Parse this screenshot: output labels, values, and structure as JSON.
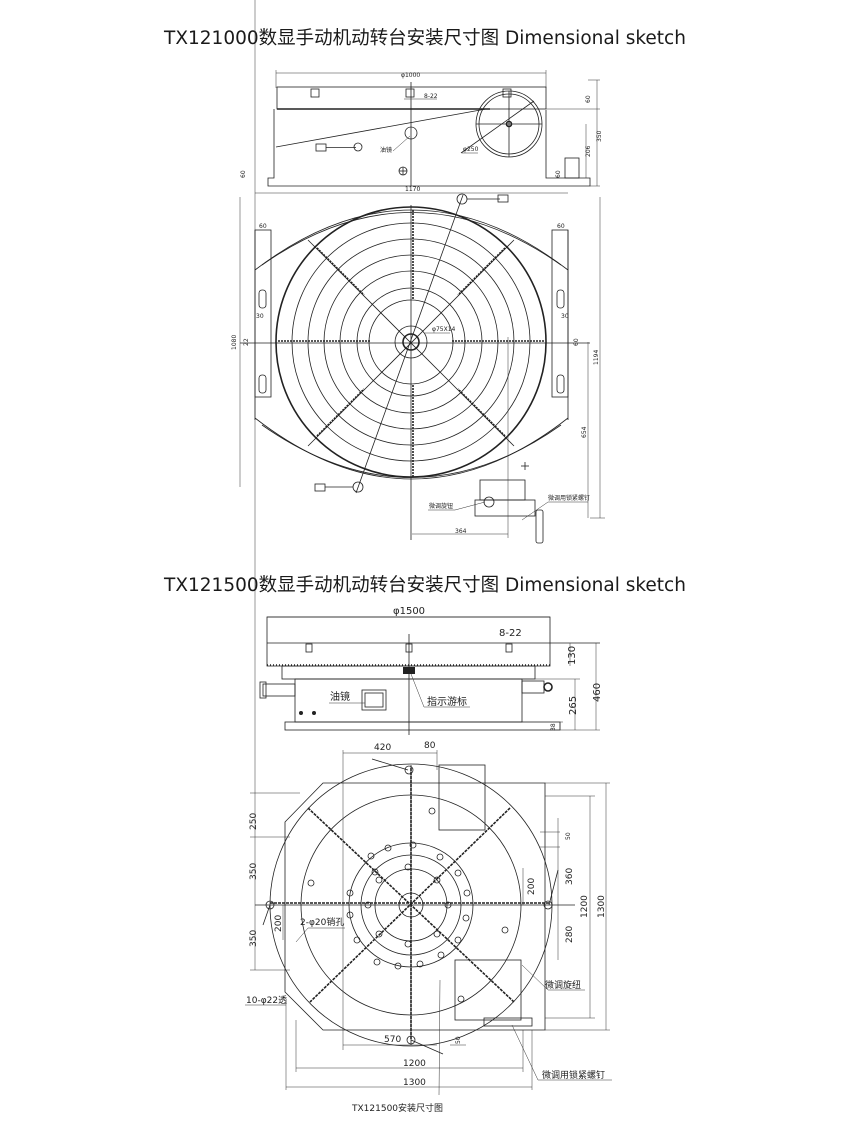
{
  "sketch1": {
    "title": "TX121000数显手动机动转台安装尺寸图 Dimensional sketch",
    "side": {
      "diameter": "φ1000",
      "bolts": "8-22",
      "oil_gauge": "油镜",
      "wheel": "φ250",
      "d60a": "60",
      "d350": "350",
      "d206": "206",
      "d60b": "60",
      "d60c": "60"
    },
    "top": {
      "width": "1170",
      "d60l": "60",
      "d60r": "60",
      "d30l": "30",
      "d30r": "30",
      "d22": "22",
      "d60s": "60",
      "d1080": "1080",
      "d1194": "1194",
      "d654": "654",
      "hub": "φ75X14",
      "d364": "364",
      "knob": "微调旋钮",
      "lock": "微调用锁紧螺钉"
    }
  },
  "sketch2": {
    "title": "TX121500数显手动机动转台安装尺寸图 Dimensional sketch",
    "side": {
      "diameter": "φ1500",
      "bolts": "8-22",
      "oil_gauge": "油镜",
      "indicator": "指示游标",
      "d130": "130",
      "d460": "460",
      "d265": "265",
      "d38": "38"
    },
    "top": {
      "d420": "420",
      "d80": "80",
      "d250": "250",
      "d350a": "350",
      "d350b": "350",
      "d200l": "200",
      "pins": "2-φ20销孔",
      "holes": "10-φ22透",
      "d50r": "50",
      "d360": "360",
      "d200r": "200",
      "d280": "280",
      "d1200r": "1200",
      "d1300r": "1300",
      "d570": "570",
      "d50b": "50",
      "d1200b": "1200",
      "d1300b": "1300",
      "knob": "微调旋纽",
      "lock": "微调用锁紧螺钉",
      "caption": "TX121500安装尺寸图"
    }
  }
}
